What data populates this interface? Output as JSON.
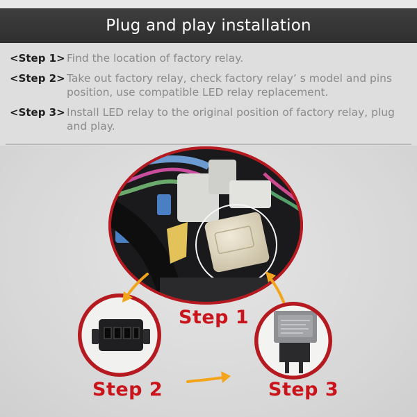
{
  "header": {
    "title": "Plug and play installation"
  },
  "steps": [
    {
      "tag": "<Step 1>",
      "text": "Find the location of factory relay."
    },
    {
      "tag": "<Step 2>",
      "text": "Take out factory relay, check factory relay’ s model and pins position, use compatible LED relay replacement."
    },
    {
      "tag": "<Step 3>",
      "text": "Install LED relay to the original position of factory relay, plug and play."
    }
  ],
  "illustration": {
    "labels": {
      "step1": "Step 1",
      "step2": "Step 2",
      "step3": "Step 3"
    },
    "colors": {
      "ring": "#b51a20",
      "arrow": "#f2a51c",
      "label": "#c9141b"
    }
  }
}
